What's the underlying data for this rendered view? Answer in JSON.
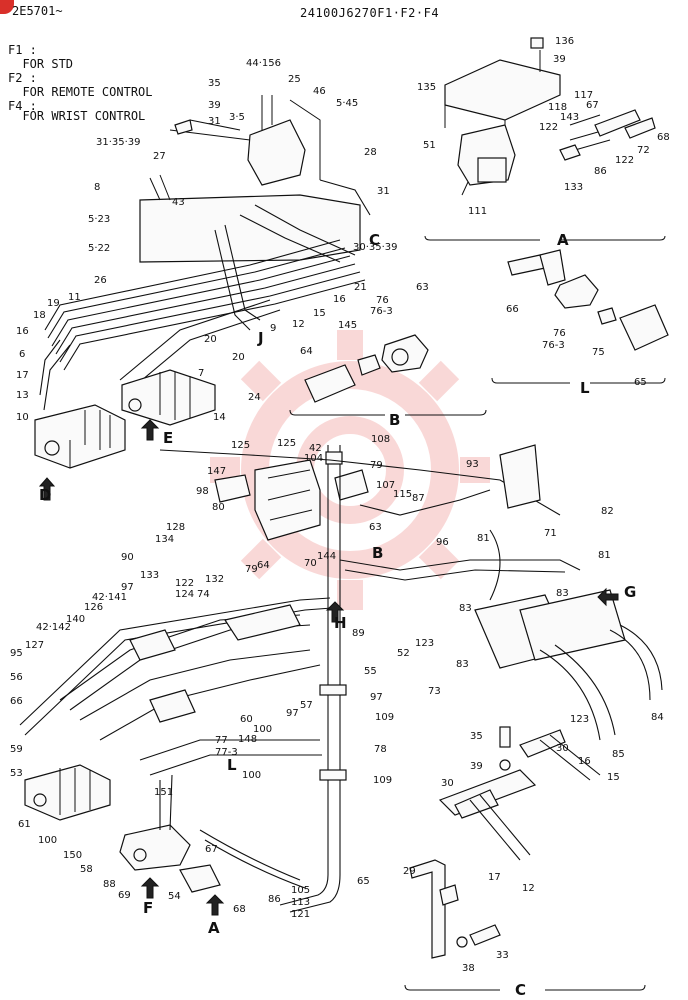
{
  "header": {
    "serial": "2E5701~",
    "part_number": "24100J6270F1·F2·F4"
  },
  "notes": [
    "F1 :",
    "  FOR STD",
    "F2 :",
    "  FOR REMOTE CONTROL",
    "F4 :",
    "  FOR WRIST CONTROL"
  ],
  "section_labels": [
    "A",
    "B",
    "C",
    "D",
    "E",
    "F",
    "G",
    "H",
    "J",
    "L"
  ],
  "callouts": {
    "c1": "136",
    "c2": "39",
    "c3": "135",
    "c4": "117",
    "c5": "118",
    "c6": "67",
    "c7": "143",
    "c8": "68",
    "c9": "51",
    "c10": "122",
    "c11": "72",
    "c12": "122",
    "c13": "133",
    "c14": "86",
    "c15": "111",
    "c16": "44·156",
    "c17": "25",
    "c18": "46",
    "c19": "3·5",
    "c20": "5·45",
    "c21": "35",
    "c22": "39",
    "c23": "31",
    "c24": "28",
    "c25": "31·35·39",
    "c26": "27",
    "c27": "43",
    "c28": "31",
    "c29": "8",
    "c30": "5·23",
    "c31": "5·22",
    "c32": "30·35·39",
    "c33": "21",
    "c34": "26",
    "c35": "11",
    "c36": "19",
    "c37": "18",
    "c38": "16",
    "c39": "6",
    "c40": "17",
    "c41": "13",
    "c42": "10",
    "c43": "16",
    "c44": "15",
    "c45": "12",
    "c46": "9",
    "c47": "20",
    "c48": "20",
    "c49": "7",
    "c50": "24",
    "c51": "14",
    "c52": "66",
    "c53": "76",
    "c54": "76-3",
    "c55": "75",
    "c56": "65",
    "c57": "64",
    "c58": "145",
    "c59": "76",
    "c60": "76-3",
    "c61": "63",
    "c62": "108",
    "c63": "79",
    "c64": "125",
    "c65": "42",
    "c66": "125",
    "c67": "104",
    "c68": "147",
    "c69": "98",
    "c70": "80",
    "c71": "107",
    "c72": "115",
    "c73": "87",
    "c74": "93",
    "c75": "128",
    "c76": "63",
    "c77": "134",
    "c78": "82",
    "c79": "81",
    "c80": "96",
    "c81": "71",
    "c82": "81",
    "c83": "90",
    "c84": "70",
    "c85": "144",
    "c86": "64",
    "c87": "79",
    "c88": "133",
    "c89": "122",
    "c90": "124",
    "c91": "97",
    "c92": "42·141",
    "c93": "74",
    "c94": "132",
    "c95": "126",
    "c96": "140",
    "c97": "42·142",
    "c98": "127",
    "c99": "89",
    "c100": "52",
    "c101": "123",
    "c102": "83",
    "c103": "83",
    "c104": "83",
    "c105": "73",
    "c106": "55",
    "c107": "97",
    "c108": "95",
    "c109": "56",
    "c110": "57",
    "c111": "97",
    "c112": "109",
    "c113": "66",
    "c114": "60",
    "c115": "100",
    "c116": "84",
    "c117": "148",
    "c118": "59",
    "c119": "77",
    "c120": "77-3",
    "c121": "123",
    "c122": "78",
    "c123": "85",
    "c124": "53",
    "c125": "100",
    "c126": "109",
    "c127": "35",
    "c128": "30",
    "c129": "39",
    "c130": "16",
    "c131": "15",
    "c132": "151",
    "c133": "61",
    "c134": "30",
    "c135": "100",
    "c136": "150",
    "c137": "67",
    "c138": "58",
    "c139": "88",
    "c140": "69",
    "c141": "54",
    "c142": "68",
    "c143": "86",
    "c144": "105",
    "c145": "113",
    "c146": "121",
    "c147": "65",
    "c148": "29",
    "c149": "17",
    "c150": "12",
    "c151": "33",
    "c152": "38"
  },
  "colors": {
    "line": "#111111",
    "watermark": "#e0302a"
  }
}
